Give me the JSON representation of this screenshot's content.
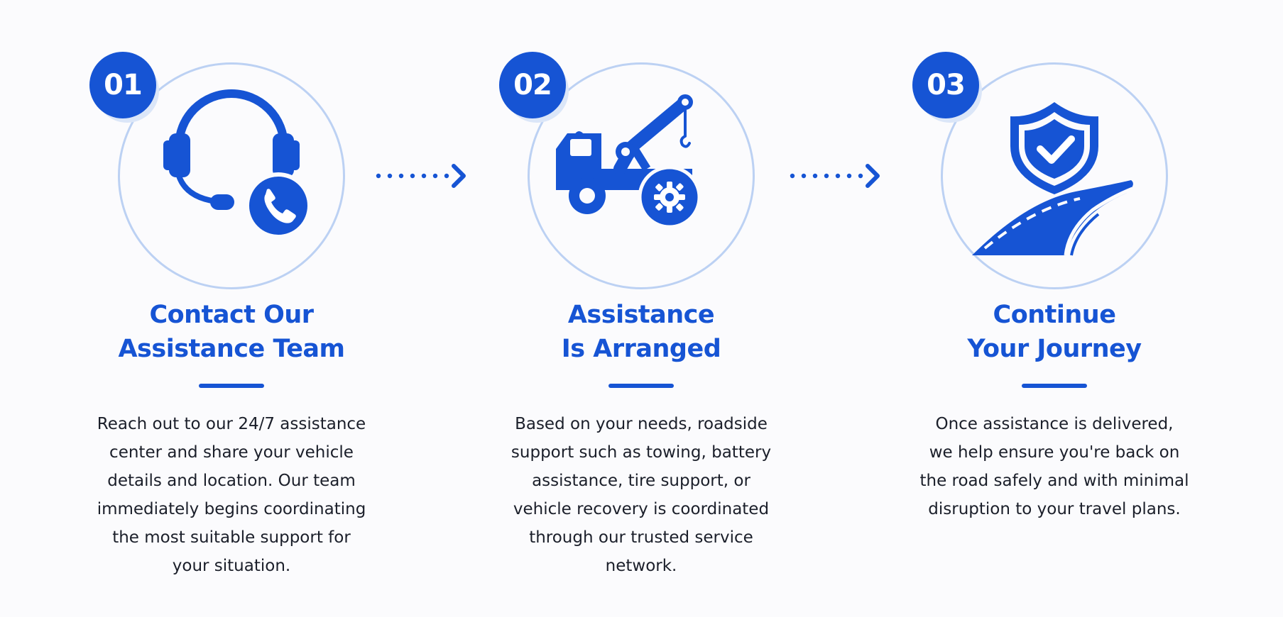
{
  "colors": {
    "accent": "#1654d4",
    "ring": "#bcd1f3",
    "text": "#1b1f2a",
    "background": "#fbfbfd"
  },
  "steps": [
    {
      "number": "01",
      "icon": "headset-phone-icon",
      "title_lines": [
        "Contact Our",
        "Assistance Team"
      ],
      "desc_lines": [
        "Reach out to our 24/7 assistance",
        "center and share your vehicle",
        "details and location. Our team",
        "immediately begins coordinating",
        "the most suitable support for",
        "your situation."
      ]
    },
    {
      "number": "02",
      "icon": "tow-truck-icon",
      "title_lines": [
        "Assistance",
        "Is Arranged"
      ],
      "desc_lines": [
        "Based on your needs, roadside",
        "support such as towing, battery",
        "assistance, tire support, or",
        "vehicle recovery is coordinated",
        "through our trusted service",
        "network."
      ]
    },
    {
      "number": "03",
      "icon": "shield-road-icon",
      "title_lines": [
        "Continue",
        "Your Journey"
      ],
      "desc_lines": [
        "Once assistance is delivered,",
        "we help ensure you're back on",
        "the road safely and with minimal",
        "disruption to your travel plans."
      ]
    }
  ],
  "connectors": [
    {
      "icon": "dotted-arrow-right-icon"
    },
    {
      "icon": "dotted-arrow-right-icon"
    }
  ]
}
